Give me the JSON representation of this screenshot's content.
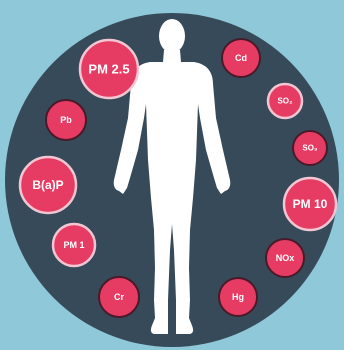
{
  "colors": {
    "background": "#8fc8d9",
    "disc": "#374a5a",
    "figure": "#ffffff",
    "bubble_fill": "#e63c63",
    "bubble_ring_light": "#f2c6d2",
    "bubble_ring_dark": "#4a1a2a"
  },
  "pollutants": [
    {
      "label": "PM 2.5",
      "ring": "light"
    },
    {
      "label": "Cd",
      "ring": "dark"
    },
    {
      "label": "SO₂",
      "ring": "light"
    },
    {
      "label": "SO₃",
      "ring": "dark"
    },
    {
      "label": "PM 10",
      "ring": "light"
    },
    {
      "label": "NOx",
      "ring": "dark"
    },
    {
      "label": "Hg",
      "ring": "dark"
    },
    {
      "label": "Cr",
      "ring": "dark"
    },
    {
      "label": "PM 1",
      "ring": "light"
    },
    {
      "label": "B(a)P",
      "ring": "light"
    },
    {
      "label": "Pb",
      "ring": "dark"
    }
  ]
}
